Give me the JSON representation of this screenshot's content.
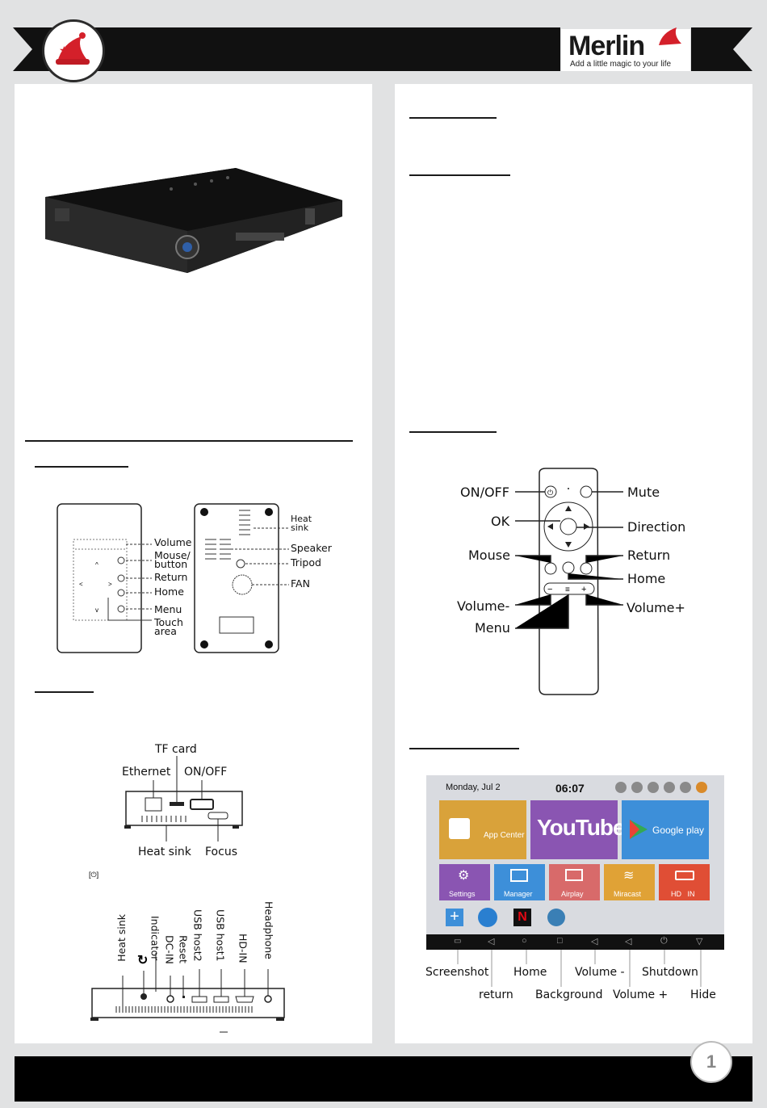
{
  "header": {
    "brand": "Merlin",
    "tagline": "Add a little magic to your life"
  },
  "footer": {
    "page_number": "1"
  },
  "left": {
    "top_view": {
      "callouts": [
        "Volume",
        "Mouse/\nbutton",
        "Return",
        "Home",
        "Menu",
        "Touch\narea"
      ],
      "bottom_callouts": [
        "Heat\nsink",
        "Speaker",
        "Tripod",
        "FAN"
      ]
    },
    "side_view": {
      "labels": {
        "tf_card": "TF card",
        "ethernet": "Ethernet",
        "onoff": "ON/OFF",
        "heat_sink": "Heat sink",
        "focus": "Focus",
        "power_glyph": "[⏻]"
      }
    },
    "back_view": {
      "ports": [
        "Heat sink",
        "Indicator",
        "DC-IN",
        "Reset",
        "USB host2",
        "USB host1",
        "HD-IN",
        "Headphone"
      ]
    }
  },
  "right": {
    "remote": {
      "left_labels": [
        "ON/OFF",
        "OK",
        "Mouse",
        "Volume-",
        "Menu"
      ],
      "right_labels": [
        "Mute",
        "Direction",
        "Return",
        "Home",
        "Volume+"
      ],
      "ok_label": "OK"
    },
    "screen": {
      "date": "Monday, Jul 2",
      "time": "06:07",
      "tiles_large": [
        "App Center",
        "YouTube",
        "Google play"
      ],
      "tiles_small": [
        "Settings",
        "Manager",
        "Airplay",
        "Miracast",
        "HD   IN"
      ],
      "nav_labels_top": [
        "Screenshot",
        "Home",
        "Volume -",
        "Shutdown"
      ],
      "nav_labels_bottom": [
        "return",
        "Background",
        "Volume +",
        "Hide"
      ]
    }
  },
  "colors": {
    "banner": "#111111",
    "accent_red": "#d4202a",
    "tile_orange": "#d9a23a",
    "tile_purple": "#8a55b2",
    "tile_blue": "#3d8fd9",
    "tile_pink": "#d86a6a",
    "tile_amber": "#e0a236",
    "tile_red": "#e04e35"
  }
}
